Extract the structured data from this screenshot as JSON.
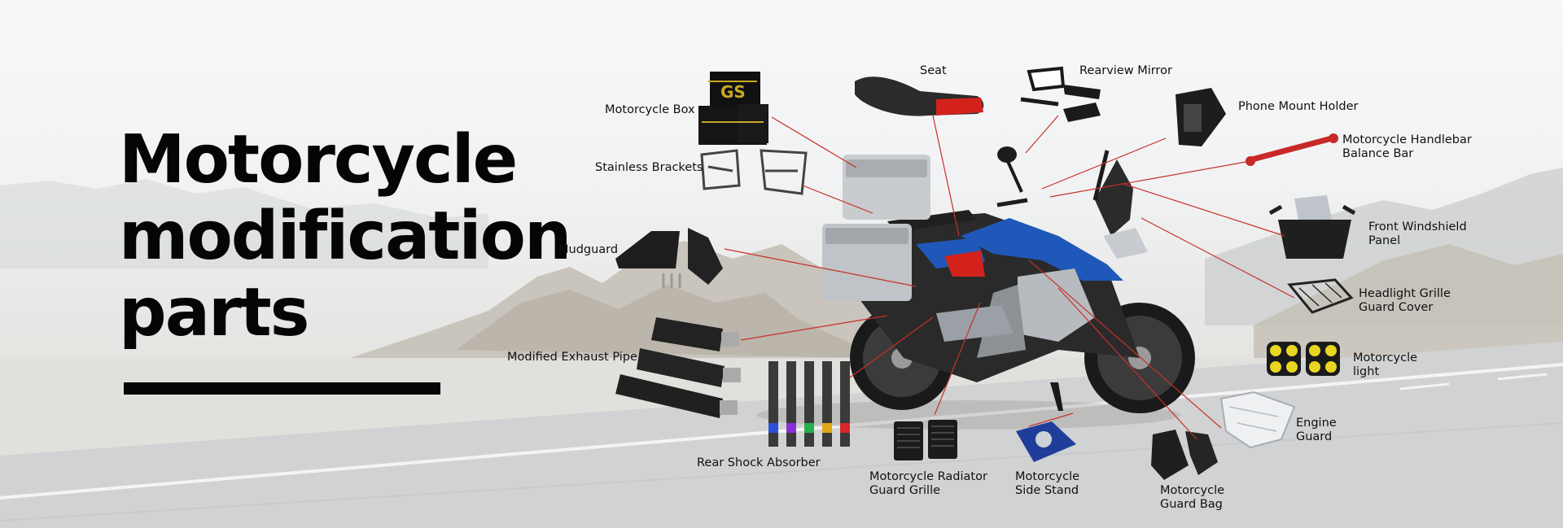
{
  "headline": {
    "lines": [
      "Motorcycle",
      "modification",
      "parts"
    ]
  },
  "parts": {
    "seat": "Seat",
    "rearview_mirror": "Rearview Mirror",
    "phone_mount_holder": "Phone Mount Holder",
    "handlebar_balance_bar": [
      "Motorcycle Handlebar",
      "Balance Bar"
    ],
    "front_windshield_panel": [
      "Front Windshield",
      "Panel"
    ],
    "headlight_grille_guard_cover": [
      "Headlight Grille",
      "Guard Cover"
    ],
    "motorcycle_light": [
      "Motorcycle",
      "light"
    ],
    "engine_guard": [
      "Engine",
      "Guard"
    ],
    "guard_bag": [
      "Motorcycle",
      "Guard Bag"
    ],
    "side_stand": [
      "Motorcycle",
      "Side Stand"
    ],
    "radiator_guard_grille": [
      "Motorcycle Radiator",
      "Guard Grille"
    ],
    "rear_shock_absorber": "Rear Shock Absorber",
    "modified_exhaust_pipe": "Modified Exhaust Pipe",
    "mudguard": "Mudguard",
    "stainless_brackets": "Stainless Brackets",
    "motorcycle_box": "Motorcycle Box"
  },
  "box_logo": "GS",
  "colors": {
    "headline": "#050505",
    "callout_line": "#c8302a",
    "bike_blue": "#1f58b8",
    "bike_red": "#d3221c"
  }
}
